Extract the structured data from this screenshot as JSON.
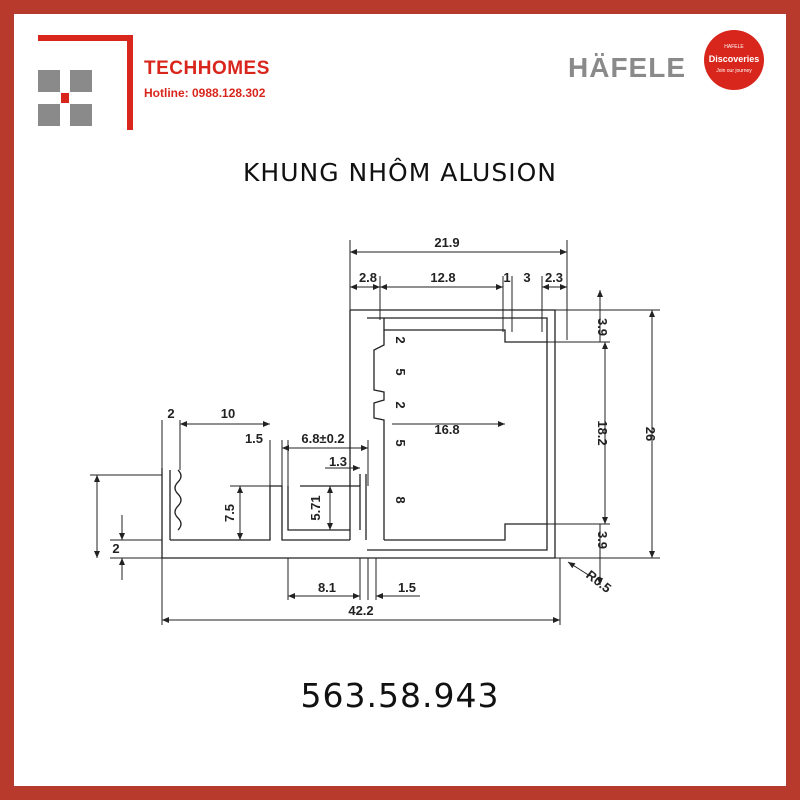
{
  "header": {
    "brand": "TECHHOMES",
    "hotline": "Hotline: 0988.128.302",
    "partner_logo": "HÄFELE",
    "badge_small": "HAFELE",
    "badge_main": "Discoveries",
    "badge_sub": "Join our journey"
  },
  "title": "KHUNG NHÔM ALUSION",
  "product_code": "563.58.943",
  "dimensions": {
    "d21_9": "21.9",
    "d2_8": "2.8",
    "d12_8": "12.8",
    "d1": "1",
    "d3": "3",
    "d2_3": "2.3",
    "d3_9_top": "3.9",
    "d18_2": "18.2",
    "d26": "26",
    "d3_9_bot": "3.9",
    "d2_a": "2",
    "d5_a": "5",
    "d2_b": "2",
    "d5_b": "5",
    "d8": "8",
    "d16_8": "16.8",
    "d2_top": "2",
    "d10": "10",
    "d1_5_top": "1.5",
    "d6_8": "6.8±0.2",
    "d1_3": "1.3",
    "d5_71": "5.71",
    "d7_5": "7.5",
    "d2_left": "2",
    "d8_1": "8.1",
    "d1_5_bot": "1.5",
    "d42_2": "42.2",
    "r0_5": "R0.5"
  },
  "colors": {
    "frame": "#b73a2c",
    "brand_red": "#d9261c",
    "logo_gray": "#8a8a8a"
  }
}
